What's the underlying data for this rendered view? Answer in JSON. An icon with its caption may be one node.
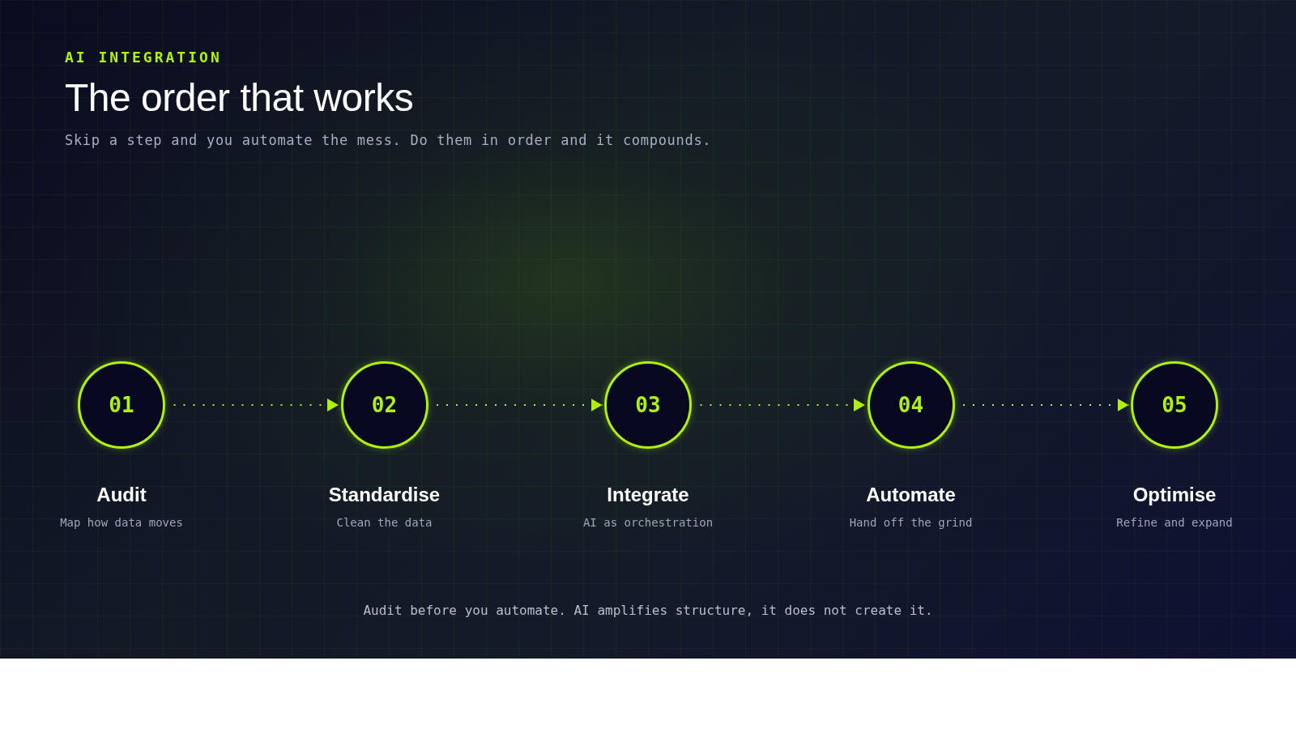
{
  "diagram": {
    "title": "The order that works",
    "caption": "Audit before you automate. AI amplifies structure, it does not create it.",
    "nodes": [
      {
        "text": [
          "01"
        ],
        "beside": [
          "Audit",
          "Map how data moves"
        ]
      },
      {
        "text": [
          "02"
        ],
        "beside": [
          "Standardise",
          "Clean the data"
        ]
      },
      {
        "text": [
          "03"
        ],
        "beside": [
          "Integrate",
          "AI as orchestration"
        ]
      },
      {
        "text": [
          "04"
        ],
        "beside": [
          "Automate",
          "Hand off the grind"
        ]
      },
      {
        "text": [
          "05"
        ],
        "beside": [
          "Optimise",
          "Refine and expand"
        ]
      }
    ],
    "edges": [
      {
        "from": 0,
        "to": 1,
        "arrow": "to"
      },
      {
        "from": 1,
        "to": 2,
        "arrow": "to"
      },
      {
        "from": 2,
        "to": 3,
        "arrow": "to"
      },
      {
        "from": 3,
        "to": 4,
        "arrow": "to"
      }
    ],
    "labels": [
      "AI INTEGRATION",
      "Skip a step and you automate the mess. Do them in order and it compounds."
    ]
  }
}
